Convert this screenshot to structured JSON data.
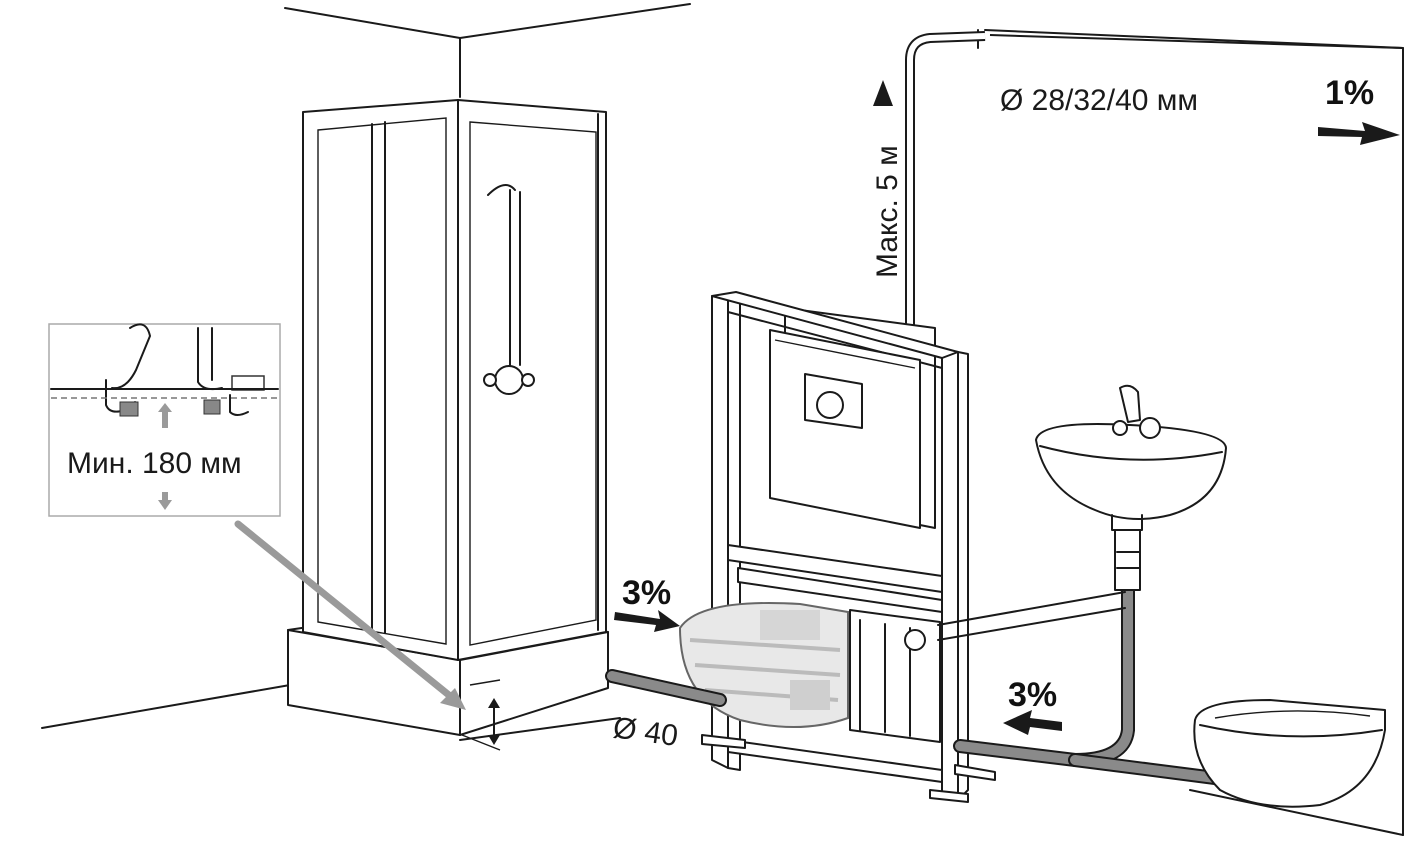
{
  "labels": {
    "pipe_diameters": "Ø 28/32/40 мм",
    "max_height": "Макс. 5 м",
    "slope_top": "1%",
    "slope_left": "3%",
    "slope_right": "3%",
    "inlet_diameter": "Ø 40",
    "min_height": "Мин. 180 мм"
  },
  "colors": {
    "line": "#1a1a1a",
    "pipe_grey": "#8a8a8a",
    "callout_arrow": "#9a9a9a",
    "inset_border": "#aaaaaa"
  },
  "icons": {
    "slope_arrow": "right-arrow-icon",
    "up_arrow": "up-arrow-icon",
    "double_arrow": "double-vertical-arrow-icon"
  }
}
